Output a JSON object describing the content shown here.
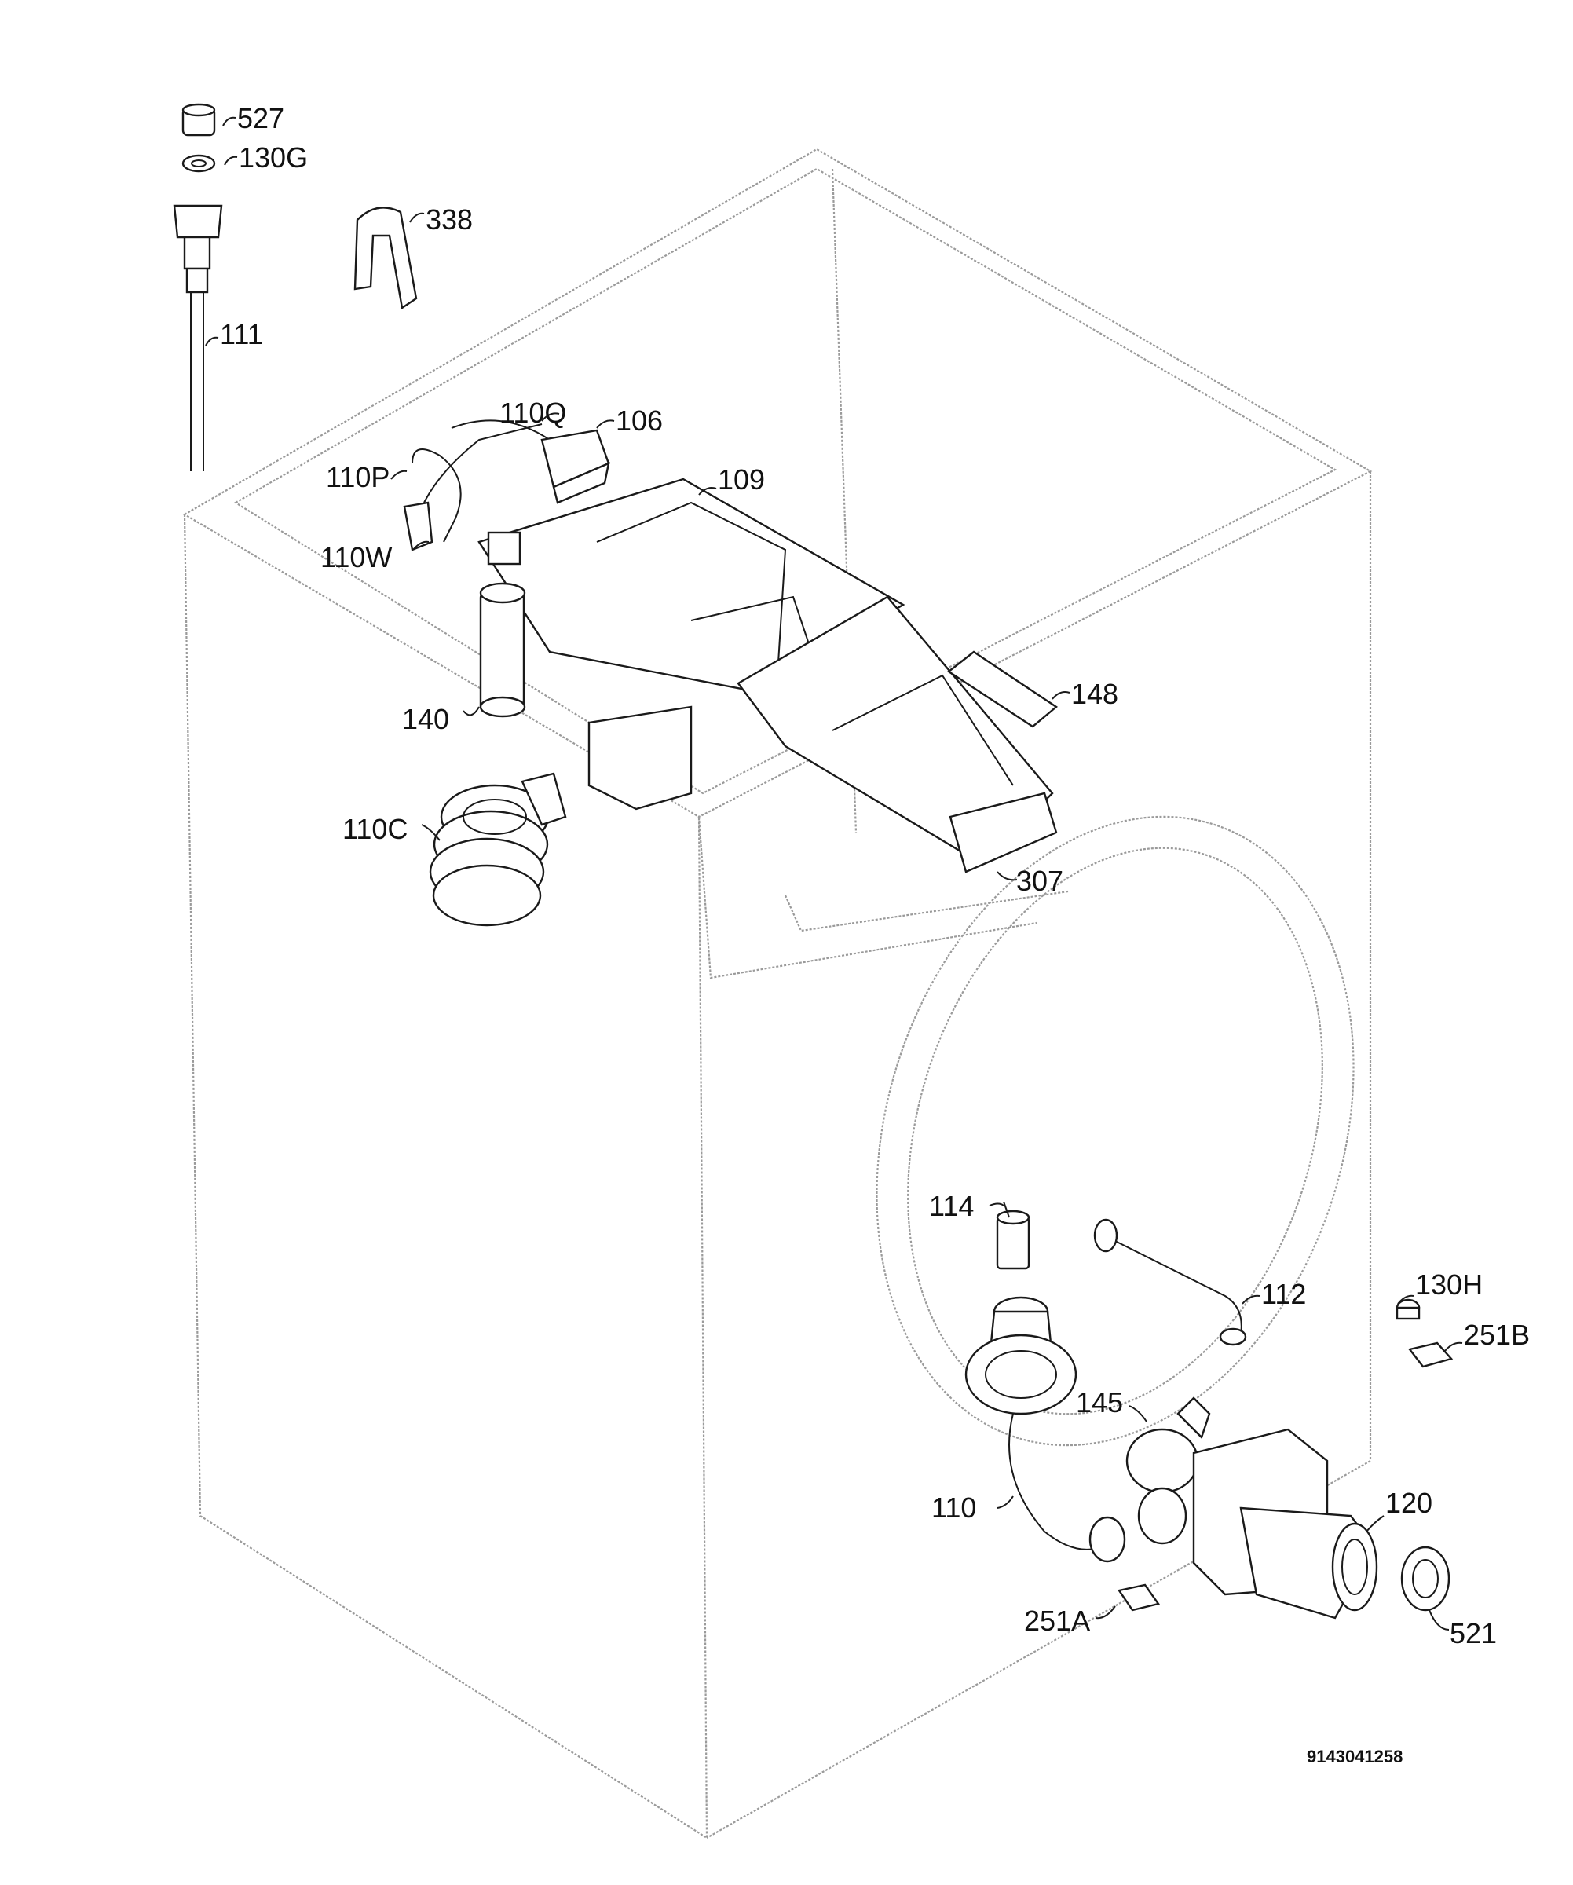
{
  "diagram": {
    "part_labels": {
      "p527": "527",
      "p130G": "130G",
      "p338": "338",
      "p111": "111",
      "p110Q": "110Q",
      "p106": "106",
      "p110P": "110P",
      "p109": "109",
      "p110W": "110W",
      "p140": "140",
      "p148": "148",
      "p110C": "110C",
      "p307": "307",
      "p114": "114",
      "p112": "112",
      "p130H": "130H",
      "p251B": "251B",
      "p145": "145",
      "p110": "110",
      "p120": "120",
      "p251A": "251A",
      "p521": "521"
    },
    "document_number": "9143041258"
  },
  "colors": {
    "outline": "#9a9a9a",
    "ink": "#1a1a1a"
  }
}
